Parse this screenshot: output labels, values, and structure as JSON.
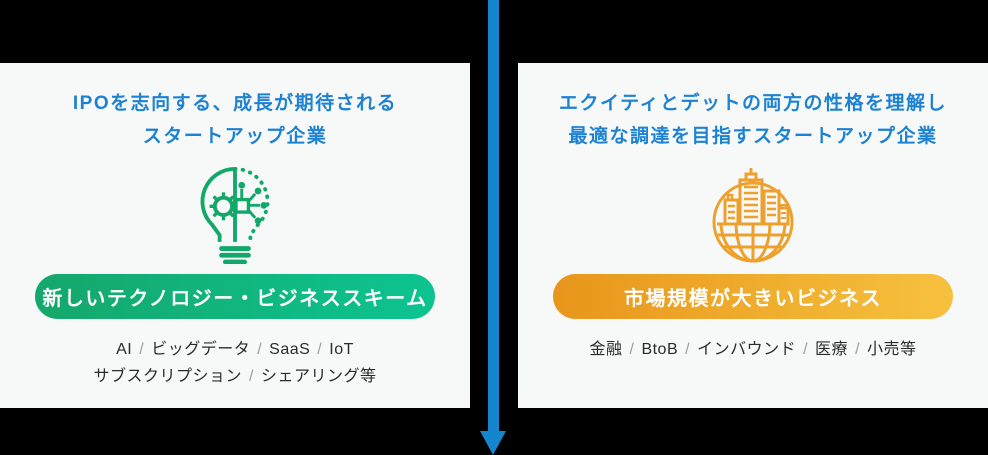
{
  "canvas": {
    "background_color": "#000000"
  },
  "arrow": {
    "direction": "down",
    "color": "#1586cd"
  },
  "cards": [
    {
      "title_lines": [
        "IPOを志向する、成長が期待される",
        "スタートアップ企業"
      ],
      "title_color": "#1e82d2",
      "icon": "ai-lightbulb-icon",
      "icon_color": "#12a869",
      "background_color": "#f7f8f8",
      "badge": {
        "label": "新しいテクノロジー・ビジネススキーム",
        "gradient_start": "#15a76b",
        "gradient_end": "#0cc490",
        "text_color": "#ffffff"
      },
      "tag_lines": [
        [
          "AI",
          "ビッグデータ",
          "SaaS",
          "IoT"
        ],
        [
          "サブスクリプション",
          "シェアリング等"
        ]
      ]
    },
    {
      "title_lines": [
        "エクイティとデットの両方の性格を理解し",
        "最適な調達を目指すスタートアップ企業"
      ],
      "title_color": "#1e82d2",
      "icon": "city-globe-icon",
      "icon_color": "#eda02b",
      "background_color": "#f7f8f8",
      "badge": {
        "label": "市場規模が大きいビジネス",
        "gradient_start": "#e8961b",
        "gradient_end": "#f6c13e",
        "text_color": "#ffffff"
      },
      "tag_lines": [
        [
          "金融",
          "BtoB",
          "インバウンド",
          "医療",
          "小売等"
        ]
      ]
    }
  ]
}
